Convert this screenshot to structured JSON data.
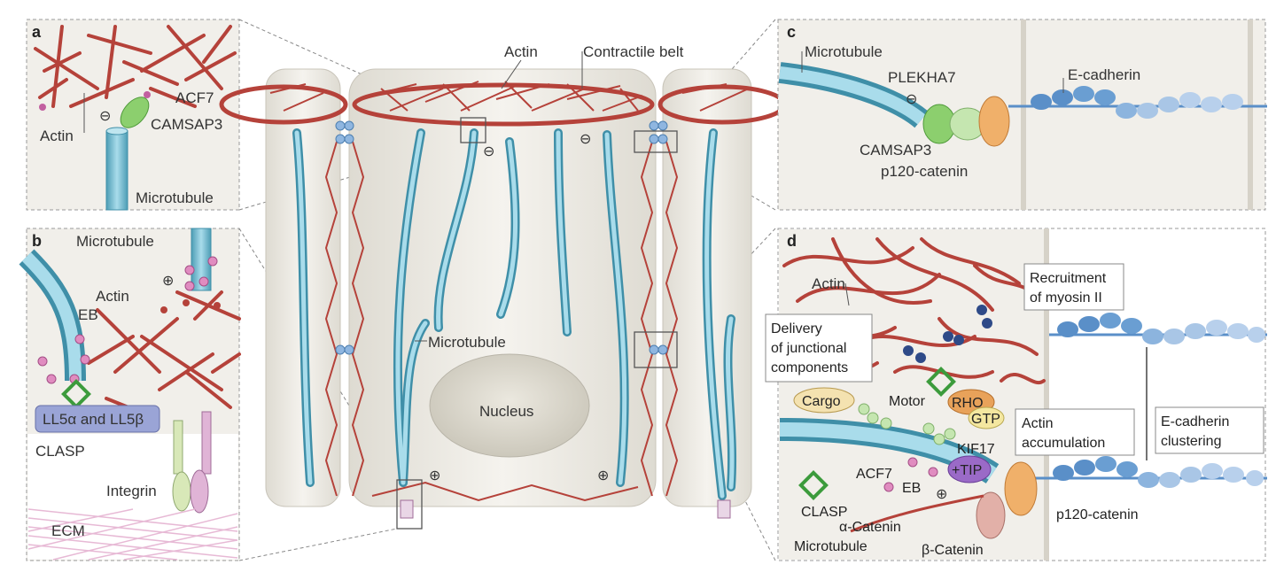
{
  "panels": {
    "a": {
      "letter": "a",
      "labels": {
        "actin": "Actin",
        "acf7": "ACF7",
        "camsap3": "CAMSAP3",
        "microtubule": "Microtubule",
        "minus": "⊖"
      }
    },
    "b": {
      "letter": "b",
      "labels": {
        "microtubule": "Microtubule",
        "actin": "Actin",
        "eb": "EB",
        "ll5": "LL5α and LL5β",
        "clasp": "CLASP",
        "integrin": "Integrin",
        "ecm": "ECM",
        "plus": "⊕"
      }
    },
    "center": {
      "labels": {
        "actin": "Actin",
        "contractile_belt": "Contractile belt",
        "microtubule": "Microtubule",
        "nucleus": "Nucleus",
        "minus": "⊖",
        "plus": "⊕"
      }
    },
    "c": {
      "letter": "c",
      "labels": {
        "microtubule": "Microtubule",
        "plekha7": "PLEKHA7",
        "camsap3": "CAMSAP3",
        "p120": "p120-catenin",
        "ecadherin": "E-cadherin",
        "minus": "⊖"
      }
    },
    "d": {
      "letter": "d",
      "labels": {
        "actin": "Actin",
        "recruitment_1": "Recruitment",
        "recruitment_2": "of myosin II",
        "delivery_1": "Delivery",
        "delivery_2": "of junctional",
        "delivery_3": "components",
        "cargo": "Cargo",
        "motor": "Motor",
        "rho": "RHO",
        "gtp": "GTP",
        "actin_acc_1": "Actin",
        "actin_acc_2": "accumulation",
        "ecad_clust_1": "E-cadherin",
        "ecad_clust_2": "clustering",
        "kif17": "KIF17",
        "tip": "+TIP",
        "acf7": "ACF7",
        "eb": "EB",
        "clasp": "CLASP",
        "alpha_catenin": "α-Catenin",
        "microtubule": "Microtubule",
        "beta_catenin": "β-Catenin",
        "p120": "p120-catenin",
        "plus": "⊕"
      }
    }
  },
  "colors": {
    "actin": "#b5423a",
    "microtubule": "#7fc3d6",
    "microtubule_dark": "#3f8fa8",
    "cell_fill": "#e9e6de",
    "cell_edge": "#c9c5ba",
    "nucleus": "#d8d4c8",
    "camsap": "#8ccf6e",
    "plekha7": "#c5e6b0",
    "p120": "#f0b06a",
    "ecad_dark": "#5a8fc8",
    "ecad_light": "#a9c6e6",
    "eb_pink": "#d883b8",
    "ll5": "#9aa4d6",
    "rho": "#e8a25a",
    "gtp": "#f4e7a0",
    "tip": "#9a6ac7",
    "beta_cat": "#e2b0a8",
    "integrin_green": "#d8e8b8",
    "integrin_pink": "#e0b4d6",
    "ecm": "#e7b9d5"
  }
}
